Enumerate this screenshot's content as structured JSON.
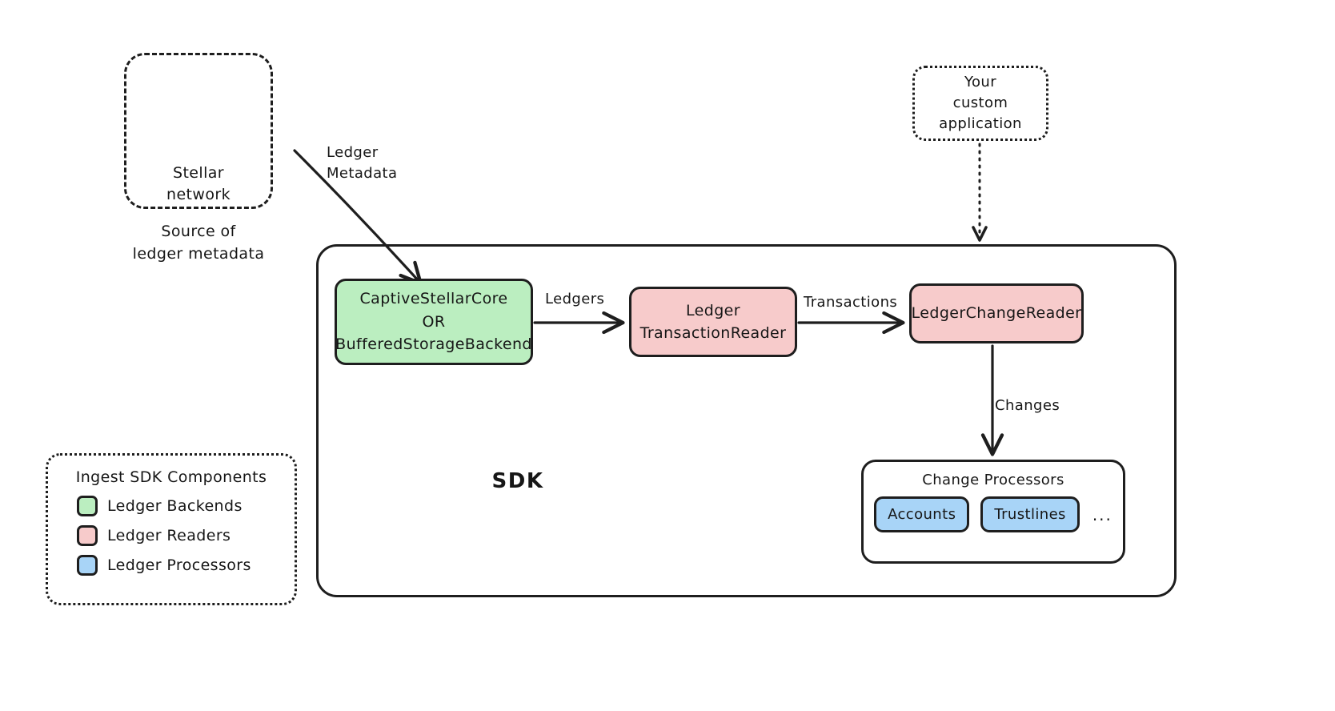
{
  "diagram": {
    "source_group": {
      "node_label": "Stellar\nnetwork",
      "node_line1": "Stellar",
      "node_line2": "network",
      "caption_line1": "Source of",
      "caption_line2": "ledger metadata",
      "icon": "cloud-icon"
    },
    "custom_app": {
      "line1": "Your",
      "line2": "custom",
      "line3": "application"
    },
    "sdk": {
      "label": "SDK",
      "nodes": [
        {
          "id": "backend",
          "line1": "CaptiveStellarCore",
          "line2": "OR",
          "line3": "BufferedStorageBackend",
          "color": "#bbeec0",
          "category": "Ledger Backends"
        },
        {
          "id": "transaction-reader",
          "line1": "Ledger",
          "line2": "TransactionReader",
          "color": "#f7cbcb",
          "category": "Ledger Readers"
        },
        {
          "id": "change-reader",
          "line1": "LedgerChangeReader",
          "color": "#f7cbcb",
          "category": "Ledger Readers"
        }
      ],
      "change_processors": {
        "title": "Change Processors",
        "chips": [
          "Accounts",
          "Trustlines"
        ],
        "ellipsis": "..."
      }
    },
    "edges": [
      {
        "id": "metadata",
        "line1": "Ledger",
        "line2": "Metadata",
        "from": "Stellar network",
        "to": "CaptiveStellarCore OR BufferedStorageBackend"
      },
      {
        "id": "ledgers",
        "label": "Ledgers",
        "from": "CaptiveStellarCore OR BufferedStorageBackend",
        "to": "LedgerTransactionReader"
      },
      {
        "id": "transactions",
        "label": "Transactions",
        "from": "LedgerTransactionReader",
        "to": "LedgerChangeReader"
      },
      {
        "id": "changes",
        "label": "Changes",
        "from": "LedgerChangeReader",
        "to": "Change Processors"
      },
      {
        "id": "app-to-sdk",
        "label": "",
        "from": "Your custom application",
        "to": "SDK"
      }
    ],
    "legend": {
      "title": "Ingest SDK Components",
      "items": [
        {
          "label": "Ledger Backends",
          "color": "#bbeec0"
        },
        {
          "label": "Ledger Readers",
          "color": "#f7cbcb"
        },
        {
          "label": "Ledger Processors",
          "color": "#a8d4f7"
        }
      ]
    },
    "colors": {
      "stroke": "#1e1e1e",
      "background": "#ffffff",
      "green": "#bbeec0",
      "pink": "#f7cbcb",
      "blue": "#a8d4f7",
      "cloud_hatch": "#aacdf0"
    }
  }
}
